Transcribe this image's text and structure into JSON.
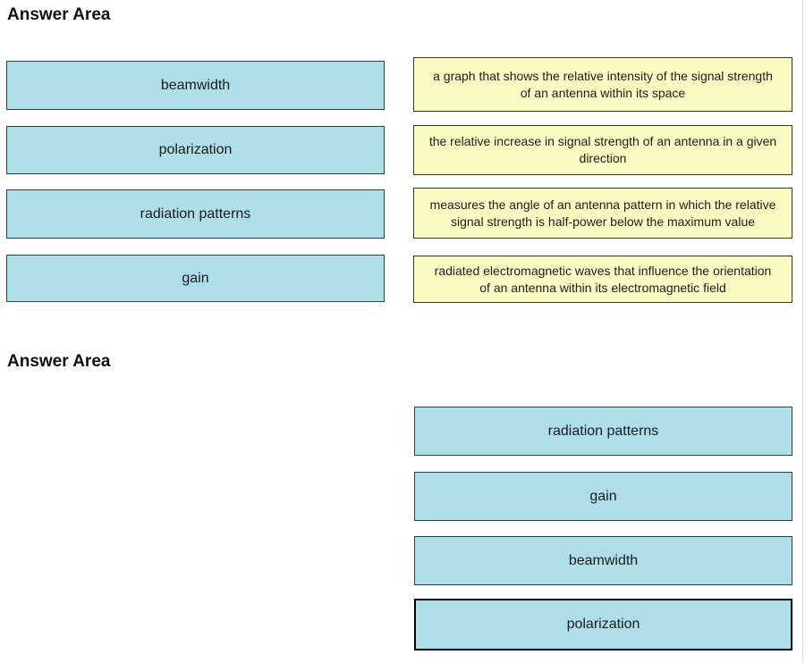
{
  "colors": {
    "term_fill": "#AEDFE9",
    "term_border": "#2F4050",
    "definition_fill": "#FAFAC3",
    "definition_border": "#3A3A20",
    "selected_answer_border": "#000000"
  },
  "section1": {
    "title": "Answer Area",
    "terms": [
      "beamwidth",
      "polarization",
      "radiation patterns",
      "gain"
    ],
    "definitions": [
      "a graph that shows the relative intensity of the signal strength\nof an antenna within its space",
      "the relative increase in signal strength of an antenna in a given\ndirection",
      "measures the angle of an antenna pattern in which the relative\nsignal strength is half-power below the maximum value",
      "radiated electromagnetic waves that influence the orientation\nof an antenna within its electromagnetic field"
    ]
  },
  "section2": {
    "title": "Answer Area",
    "answers": [
      "radiation patterns",
      "gain",
      "beamwidth",
      "polarization"
    ]
  }
}
